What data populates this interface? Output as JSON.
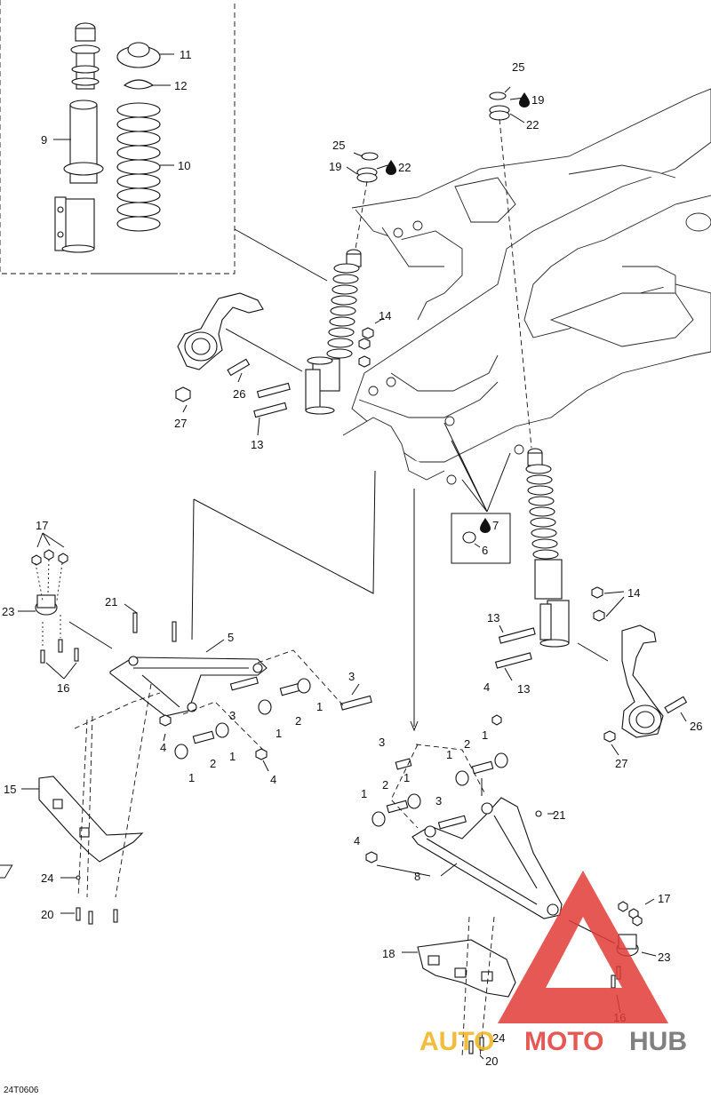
{
  "diagram": {
    "drawing_code": "24T0606",
    "callouts": [
      {
        "id": "c11",
        "text": "11"
      },
      {
        "id": "c12",
        "text": "12"
      },
      {
        "id": "c10",
        "text": "10"
      },
      {
        "id": "c9",
        "text": "9"
      },
      {
        "id": "c25a",
        "text": "25"
      },
      {
        "id": "c19a",
        "text": "19"
      },
      {
        "id": "c22a",
        "text": "22"
      },
      {
        "id": "c25b",
        "text": "25"
      },
      {
        "id": "c19b",
        "text": "19"
      },
      {
        "id": "c22b",
        "text": "22"
      },
      {
        "id": "c14a",
        "text": "14"
      },
      {
        "id": "c26a",
        "text": "26"
      },
      {
        "id": "c27a",
        "text": "27"
      },
      {
        "id": "c13a",
        "text": "13"
      },
      {
        "id": "c7",
        "text": "7"
      },
      {
        "id": "c6",
        "text": "6"
      },
      {
        "id": "c14b",
        "text": "14"
      },
      {
        "id": "c13b",
        "text": "13"
      },
      {
        "id": "c13c",
        "text": "13"
      },
      {
        "id": "c26b",
        "text": "26"
      },
      {
        "id": "c27b",
        "text": "27"
      },
      {
        "id": "c17a",
        "text": "17"
      },
      {
        "id": "c23a",
        "text": "23"
      },
      {
        "id": "c16a",
        "text": "16"
      },
      {
        "id": "c21a",
        "text": "21"
      },
      {
        "id": "c5",
        "text": "5"
      },
      {
        "id": "c3a",
        "text": "3"
      },
      {
        "id": "c3b",
        "text": "3"
      },
      {
        "id": "c2a",
        "text": "2"
      },
      {
        "id": "c1a",
        "text": "1"
      },
      {
        "id": "c1b",
        "text": "1"
      },
      {
        "id": "c4a",
        "text": "4"
      },
      {
        "id": "c2b",
        "text": "2"
      },
      {
        "id": "c1c",
        "text": "1"
      },
      {
        "id": "c1d",
        "text": "1"
      },
      {
        "id": "c4b",
        "text": "4"
      },
      {
        "id": "c15",
        "text": "15"
      },
      {
        "id": "c24a",
        "text": "24"
      },
      {
        "id": "c20a",
        "text": "20"
      },
      {
        "id": "c4c",
        "text": "4"
      },
      {
        "id": "c3c",
        "text": "3"
      },
      {
        "id": "c1e",
        "text": "1"
      },
      {
        "id": "c2c",
        "text": "2"
      },
      {
        "id": "c1f",
        "text": "1"
      },
      {
        "id": "c1g",
        "text": "1"
      },
      {
        "id": "c2d",
        "text": "2"
      },
      {
        "id": "c1h",
        "text": "1"
      },
      {
        "id": "c3d",
        "text": "3"
      },
      {
        "id": "c21b",
        "text": "21"
      },
      {
        "id": "c4d",
        "text": "4"
      },
      {
        "id": "c8",
        "text": "8"
      },
      {
        "id": "c17b",
        "text": "17"
      },
      {
        "id": "c23b",
        "text": "23"
      },
      {
        "id": "c16b",
        "text": "16"
      },
      {
        "id": "c18",
        "text": "18"
      },
      {
        "id": "c24b",
        "text": "24"
      },
      {
        "id": "c20b",
        "text": "20"
      }
    ]
  },
  "watermark": {
    "auto": "AUTO",
    "moto": "MOTO",
    "hub": "HUB",
    "color_red": "#e23b36",
    "color_grey": "#6a6a6a",
    "color_yellow": "#f2b21b"
  },
  "icons": {
    "lubricant": "oil-drop-icon"
  }
}
